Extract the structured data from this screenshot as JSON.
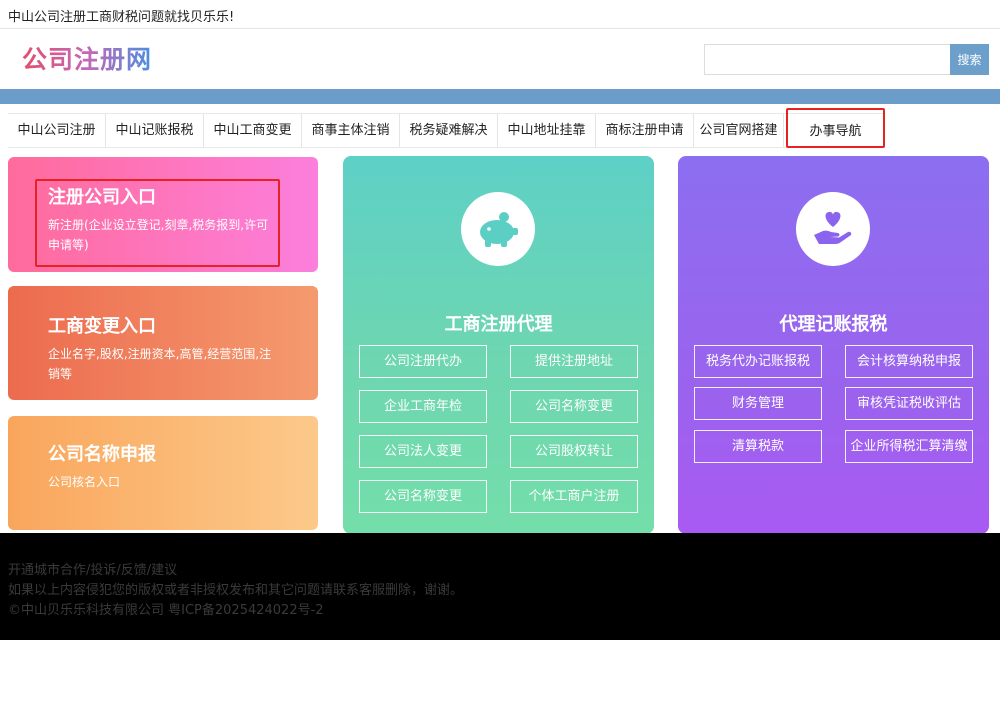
{
  "top_banner": "中山公司注册工商财税问题就找贝乐乐!",
  "logo_text": "公司注册网",
  "search": {
    "placeholder": "",
    "button_label": "搜索"
  },
  "nav": {
    "items": [
      {
        "label": "中山公司注册"
      },
      {
        "label": "中山记账报税"
      },
      {
        "label": "中山工商变更"
      },
      {
        "label": "商事主体注销"
      },
      {
        "label": "税务疑难解决"
      },
      {
        "label": "中山地址挂靠"
      },
      {
        "label": "商标注册申请"
      },
      {
        "label": "公司官网搭建"
      },
      {
        "label": "办事导航"
      }
    ]
  },
  "left_cards": [
    {
      "title": "注册公司入口",
      "desc": "新注册(企业设立登记,刻章,税务报到,许可申请等)"
    },
    {
      "title": "工商变更入口",
      "desc": "企业名字,股权,注册资本,高管,经营范围,注销等"
    },
    {
      "title": "公司名称申报",
      "desc": "公司核名入口"
    }
  ],
  "mid_card": {
    "icon": "piggy-bank-icon",
    "title": "工商注册代理",
    "buttons": [
      "公司注册代办",
      "提供注册地址",
      "企业工商年检",
      "公司名称变更",
      "公司法人变更",
      "公司股权转让",
      "公司名称变更",
      "个体工商户注册"
    ]
  },
  "right_card": {
    "icon": "hand-heart-icon",
    "title": "代理记账报税",
    "buttons": [
      "税务代办记账报税",
      "会计核算纳税申报",
      "财务管理",
      "审核凭证税收评估",
      "清算税款",
      "企业所得税汇算清缴"
    ]
  },
  "footer": {
    "line1": "开通城市合作/投诉/反馈/建议",
    "line2": "如果以上内容侵犯您的版权或者非授权发布和其它问题请联系客服删除，谢谢。",
    "line3": "©中山贝乐乐科技有限公司 粤ICP备2025424022号-2"
  },
  "colors": {
    "nav_band": "#6c9cc9",
    "mid_card": "#6ed6b0",
    "right_card": "#9a63ee",
    "highlight": "#e52323"
  }
}
